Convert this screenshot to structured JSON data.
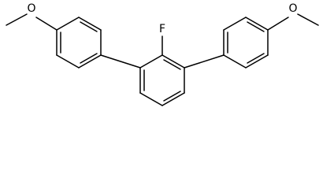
{
  "molecule": {
    "atoms": {
      "fluorine": "F",
      "oxygen_left": "O",
      "oxygen_right": "O"
    }
  },
  "colors": {
    "bond": "#000000",
    "background": "#ffffff"
  }
}
